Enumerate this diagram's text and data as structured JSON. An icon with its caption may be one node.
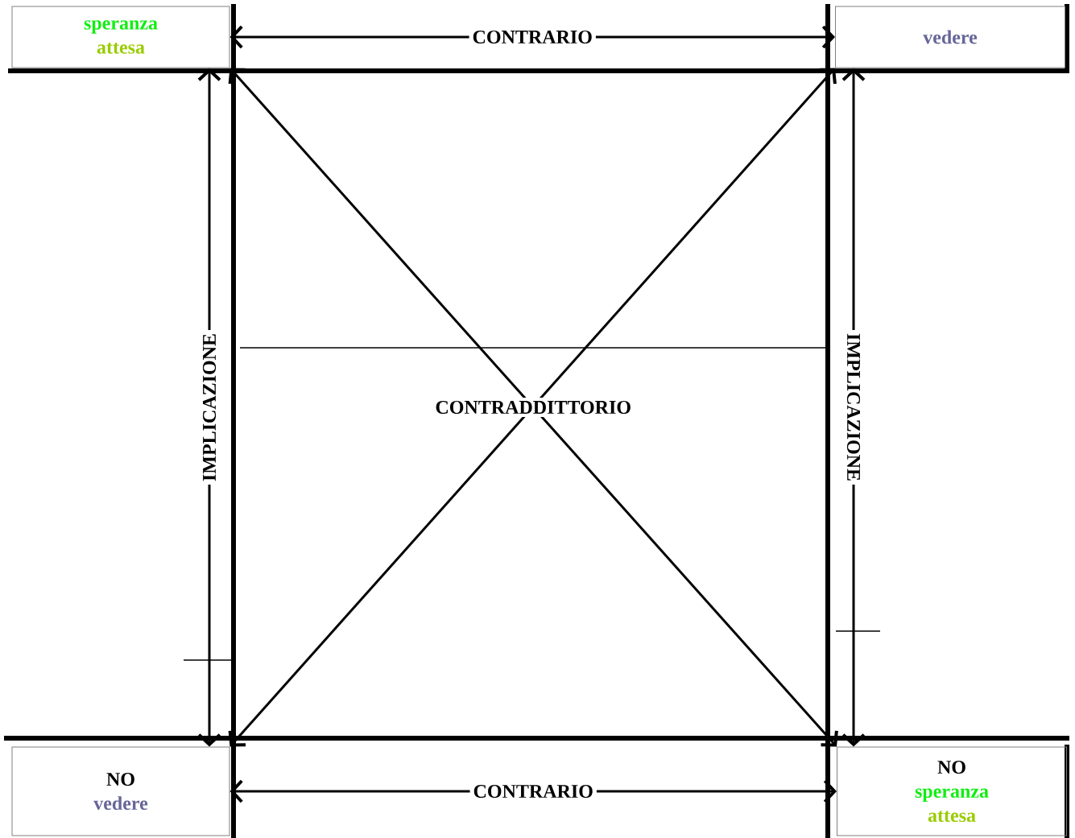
{
  "diagram": {
    "nodes": [
      {
        "text": [
          "speranza",
          "attesa"
        ]
      },
      {
        "text": [
          "vedere"
        ]
      },
      {
        "text": [
          "NO",
          "vedere"
        ]
      },
      {
        "text": [
          "NO",
          "speranza",
          "attesa"
        ]
      }
    ],
    "edges": [
      {
        "from": 0,
        "to": 1,
        "arrow": "both",
        "label": "CONTRARIO"
      },
      {
        "from": 2,
        "to": 3,
        "arrow": "both",
        "label": "CONTRARIO"
      },
      {
        "from": 0,
        "to": 2,
        "arrow": "both",
        "label": "IMPLICAZIONE"
      },
      {
        "from": 1,
        "to": 3,
        "arrow": "both",
        "label": "IMPLICAZIONE"
      },
      {
        "from": 0,
        "to": 3,
        "arrow": "both",
        "label": "CONTRADDITTORIO"
      },
      {
        "from": 1,
        "to": 2,
        "arrow": "both"
      }
    ]
  }
}
